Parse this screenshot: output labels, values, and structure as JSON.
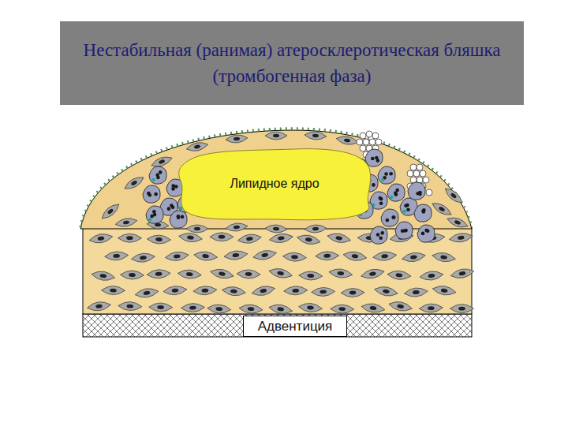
{
  "diagram": {
    "title": "Нестабильная (ранимая) атеросклеротическая бляшка (тромбогенная фаза)",
    "nodes": [
      {
        "text": [
          "Липидное ядро"
        ]
      },
      {
        "text": [
          "Адвентиция"
        ]
      }
    ]
  }
}
